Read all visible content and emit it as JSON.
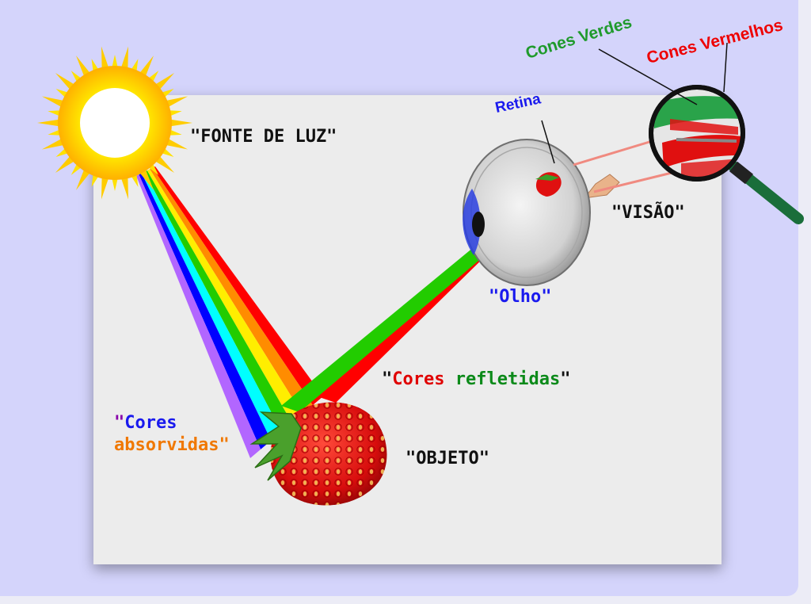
{
  "labels": {
    "light_source": "\"FONTE DE LUZ\"",
    "vision": "\"VISÃO\"",
    "eye": "\"Olho\"",
    "object": "\"OBJETO\"",
    "retina": "Retina",
    "green_cones": "Cones Verdes",
    "red_cones": "Cones Vermelhos",
    "reflected_colors": {
      "quote_open": "\"",
      "word1": "Cores",
      "word2": "refletidas",
      "quote_close": "\""
    },
    "absorbed_colors": {
      "quote_open": "\"",
      "word1": "Cores",
      "word2": "absorvidas",
      "quote_close": "\""
    }
  },
  "colors": {
    "background": "#d4d4fb",
    "panel": "#ececec",
    "text": "#111111",
    "blue_label": "#1a1aee",
    "red_label": "#e00000",
    "green_label": "#0c8a1a",
    "orange_label": "#f07800",
    "purple_label": "#8800aa",
    "spectrum": [
      "#ff0000",
      "#ff8c00",
      "#ffee00",
      "#22cc00",
      "#00ffff",
      "#0000ff",
      "#b266ff"
    ]
  }
}
